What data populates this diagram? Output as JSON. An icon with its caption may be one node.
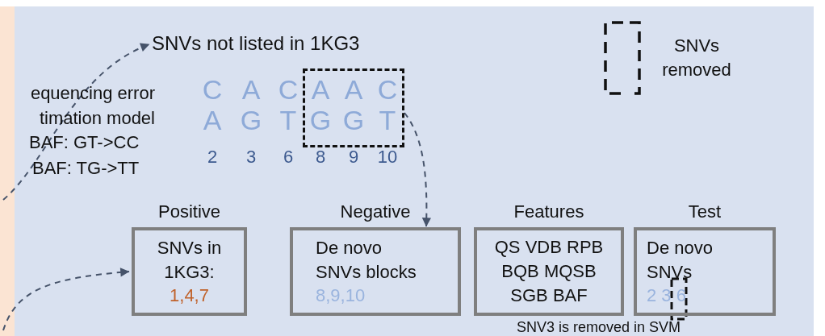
{
  "diagram": {
    "nodes": [
      {
        "text": [
          "SNVs not listed in 1KG3"
        ]
      },
      {
        "text": [],
        "shape": "box"
      },
      {
        "text": [
          "Positive",
          "SNVs in 1KG3:",
          "1,4,7"
        ]
      },
      {
        "text": [
          "Negative",
          "De novo SNVs blocks",
          "8,9,10"
        ]
      },
      {
        "text": [
          "Features",
          "QS VDB RPB BQB MQSB SGB BAF"
        ]
      },
      {
        "text": [
          "Test",
          "De novo SNVs",
          "2 3 6"
        ]
      }
    ],
    "edges": [
      {
        "from": null,
        "to": 0,
        "arrow": "to",
        "style": "dashed"
      },
      {
        "from": null,
        "to": 2,
        "arrow": "to",
        "style": "dashed"
      },
      {
        "from": 1,
        "to": 3,
        "arrow": "to",
        "style": "dashed"
      }
    ],
    "labels": [
      "equencing error timation model",
      "BAF: GT->CC",
      "BAF: TG->TT",
      "C",
      "A",
      "C",
      "A",
      "A",
      "C",
      "A",
      "G",
      "T",
      "G",
      "G",
      "T",
      "2",
      "3",
      "6",
      "8",
      "9",
      "10",
      "SNV3 is removed in SVM"
    ],
    "legend": [
      {
        "text": "SNVs removed"
      }
    ]
  }
}
